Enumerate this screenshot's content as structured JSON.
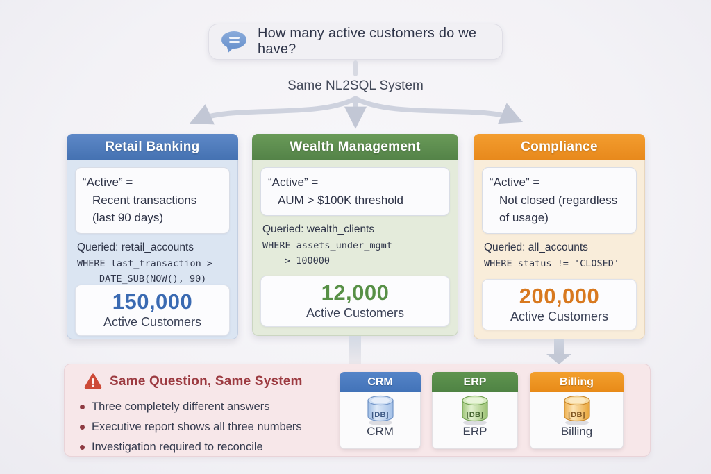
{
  "question": {
    "text": "How many active customers do we have?"
  },
  "system_label": "Same NL2SQL System",
  "cards": [
    {
      "title": "Retail Banking",
      "accent": "#4b7bbd",
      "definition_lines": [
        "“Active” =",
        "Recent transactions",
        "(last 90 days)"
      ],
      "queried_line": "Queried: retail_accounts",
      "code_lines": [
        "WHERE last_transaction >",
        "DATE_SUB(NOW(), 90)"
      ],
      "result_value": "150,000",
      "result_label": "Active Customers"
    },
    {
      "title": "Wealth Management",
      "accent": "#5a8f4e",
      "definition_lines": [
        "“Active” =",
        "AUM > $100K threshold"
      ],
      "queried_line": "Queried: wealth_clients",
      "code_lines": [
        "WHERE assets_under_mgmt",
        "> 100000"
      ],
      "result_value": "12,000",
      "result_label": "Active Customers"
    },
    {
      "title": "Compliance",
      "accent": "#ee9226",
      "definition_lines": [
        "“Active” =",
        "Not closed (regardless",
        "of usage)"
      ],
      "queried_line": "Queried: all_accounts",
      "code_lines": [
        "WHERE status != 'CLOSED'"
      ],
      "result_value": "200,000",
      "result_label": "Active Customers"
    }
  ],
  "alert": {
    "title": "Same Question, Same System",
    "bullets": [
      "Three completely different answers",
      "Executive report shows all three numbers",
      "Investigation required to reconcile"
    ]
  },
  "databases": [
    {
      "title": "CRM",
      "icon_label": "[DB]",
      "caption": "CRM",
      "accent": "#4a7cc2"
    },
    {
      "title": "ERP",
      "icon_label": "[DB]",
      "caption": "ERP",
      "accent": "#55904a"
    },
    {
      "title": "Billing",
      "icon_label": "[DB]",
      "caption": "Billing",
      "accent": "#f0941e"
    }
  ]
}
